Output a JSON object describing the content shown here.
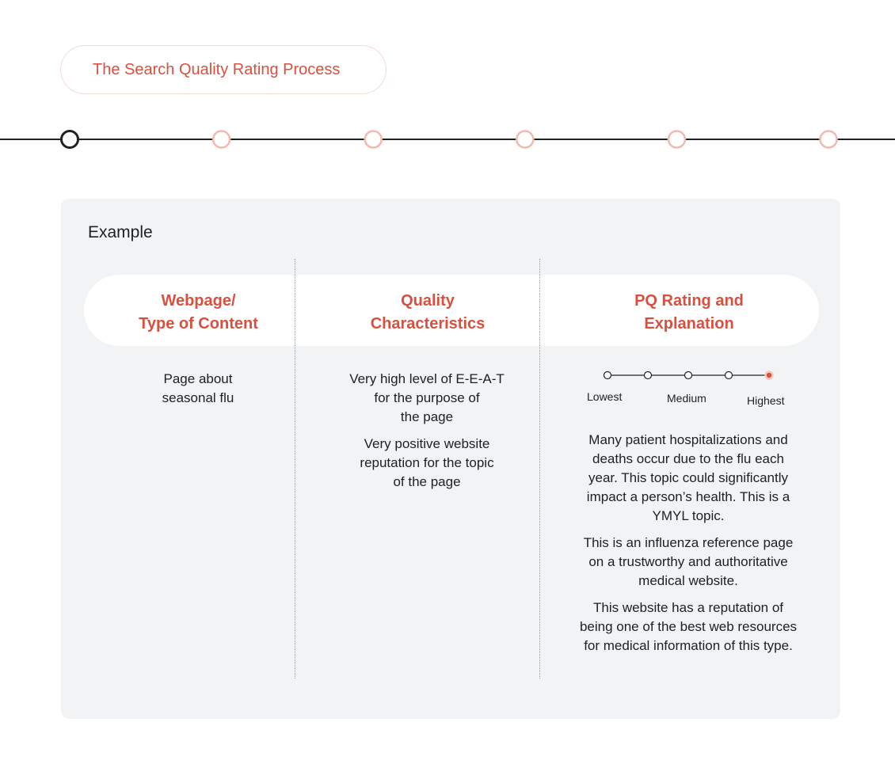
{
  "header": {
    "title": "The Search Quality Rating Process"
  },
  "timeline": {
    "steps": 6,
    "active_index": 0
  },
  "colors": {
    "accent": "#d8503f",
    "inactive_step": "#f3b8b0",
    "card_bg": "#f1f3f4",
    "line": "#202124"
  },
  "card": {
    "label": "Example",
    "columns": [
      {
        "heading_line1": "Webpage/",
        "heading_line2": "Type of Content"
      },
      {
        "heading_line1": "Quality",
        "heading_line2": "Characteristics"
      },
      {
        "heading_line1": "PQ Rating and",
        "heading_line2": "Explanation"
      }
    ],
    "webpage": {
      "line1": "Page about",
      "line2": "seasonal flu"
    },
    "characteristics": {
      "p1": [
        "Very high level of E-E-A-T",
        "for the purpose of",
        "the page"
      ],
      "p2": [
        "Very positive website",
        "reputation for the topic",
        "of the page"
      ]
    },
    "rating_scale": {
      "labels": {
        "low": "Lowest",
        "mid": "Medium",
        "high": "Highest"
      },
      "points": 5,
      "selected_index": 4
    },
    "explanation": {
      "p1": [
        "Many patient hospitalizations and",
        "deaths occur due to the flu each",
        "year. This topic could significantly",
        "impact a person’s health. This is a",
        "YMYL topic."
      ],
      "p2": [
        "This is an influenza reference page",
        "on a trustworthy and authoritative",
        "medical website."
      ],
      "p3": [
        "This website has a reputation of",
        "being one of the best web resources",
        "for medical information of this type."
      ]
    }
  }
}
